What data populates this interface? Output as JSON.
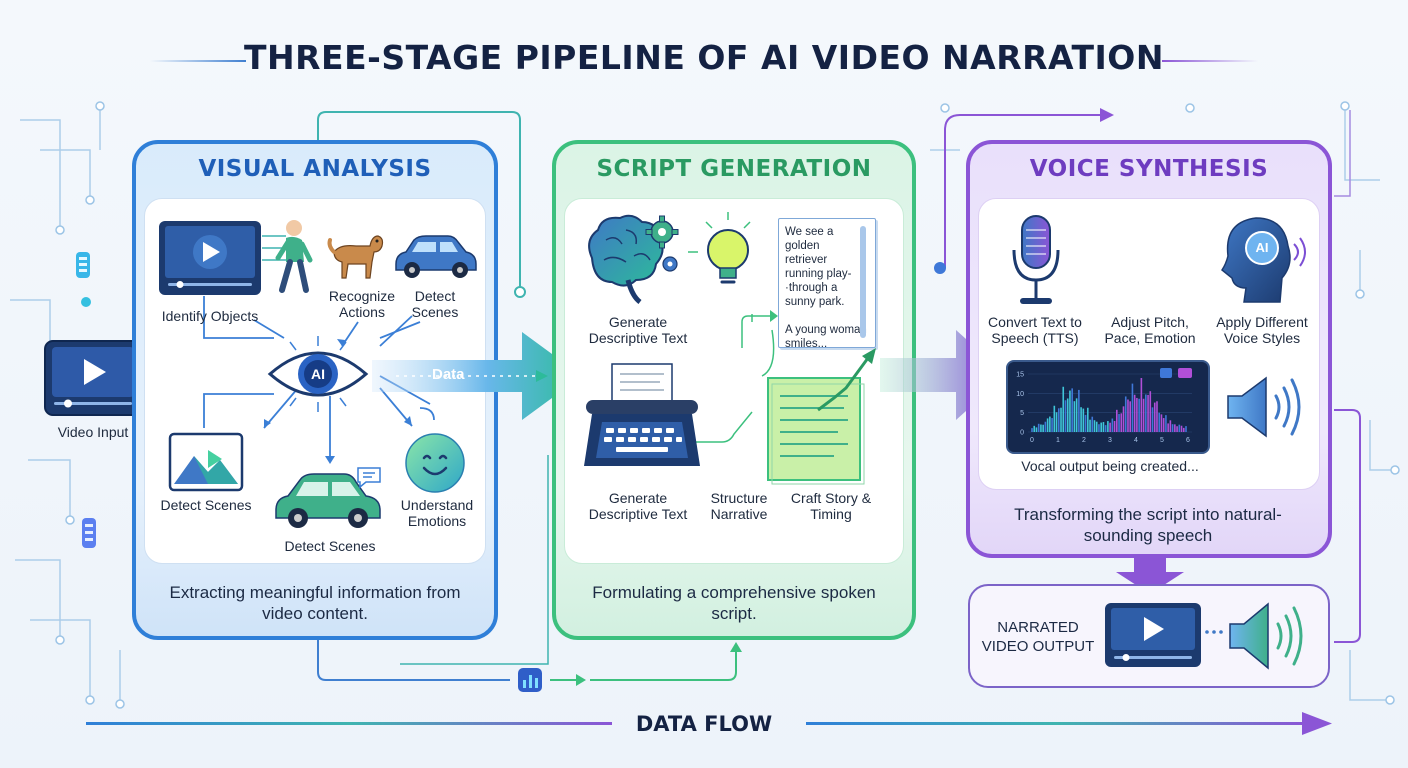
{
  "title": "THREE-STAGE PIPELINE OF AI VIDEO NARRATION",
  "input": {
    "label": "Video Input"
  },
  "stages": {
    "visual": {
      "heading": "VISUAL ANALYSIS",
      "items": {
        "identify_objects": "Identify Objects",
        "recognize_actions": "Recognize Actions",
        "detect_scenes_top": "Detect Scenes",
        "detect_scenes_left": "Detect Scenes",
        "detect_scenes_bottom": "Detect Scenes",
        "understand_emotions": "Understand Emotions"
      },
      "center_badge": "AI",
      "data_label": "Data",
      "caption": "Extracting meaningful information from video content."
    },
    "script": {
      "heading": "SCRIPT GENERATION",
      "items": {
        "generate_top": "Generate Descriptive Text",
        "generate_bottom": "Generate Descriptive Text",
        "structure": "Structure Narrative",
        "craft": "Craft Story & Timing"
      },
      "note_lines": [
        "We see a",
        "golden",
        "retriever",
        "running play-",
        "·through a",
        "sunny park.",
        "",
        "A young woman",
        "smiles..."
      ],
      "caption": "Formulating a comprehensive spoken script."
    },
    "voice": {
      "heading": "VOICE SYNTHESIS",
      "items": {
        "tts": "Convert Text to Speech (TTS)",
        "pitch": "Adjust Pitch, Pace, Emotion",
        "styles": "Apply Different Voice Styles"
      },
      "head_badge": "AI",
      "chart_y_ticks": [
        "15",
        "10",
        "5",
        "0"
      ],
      "chart_x_ticks": [
        "0",
        "1",
        "2",
        "3",
        "4",
        "5",
        "6"
      ],
      "chart_caption": "Vocal output being created...",
      "caption": "Transforming the script into natural-sounding speech"
    }
  },
  "output": {
    "label": "NARRATED VIDEO OUTPUT"
  },
  "footer": {
    "label": "DATA FLOW"
  },
  "colors": {
    "blue": "#2f7fd8",
    "green": "#3cc07e",
    "purple": "#8b55d6",
    "navy": "#1b3a6b",
    "text": "#1c2a44"
  }
}
